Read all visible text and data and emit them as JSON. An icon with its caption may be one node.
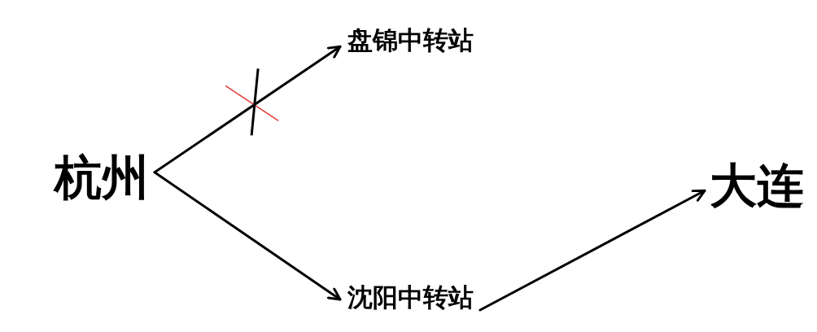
{
  "diagram": {
    "nodes": [
      {
        "text": [
          "杭州"
        ]
      },
      {
        "text": [
          "盘锦中转站"
        ]
      },
      {
        "text": [
          "沈阳中转站"
        ]
      },
      {
        "text": [
          "大连"
        ]
      }
    ],
    "edges": [
      {
        "from": 0,
        "to": 1,
        "arrow": "to"
      },
      {
        "from": 0,
        "to": 2,
        "arrow": "to"
      },
      {
        "from": 2,
        "to": 3,
        "arrow": "to"
      }
    ]
  }
}
